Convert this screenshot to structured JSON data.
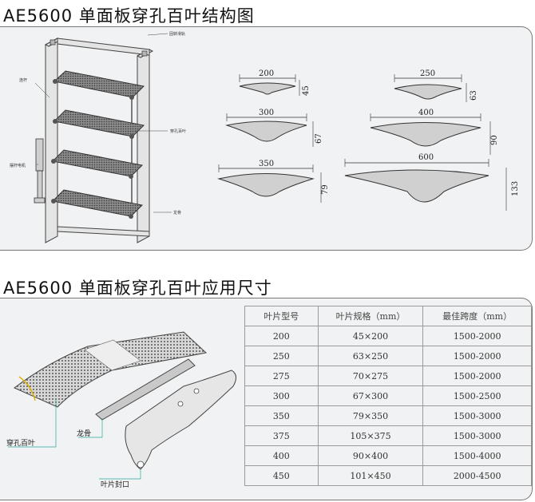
{
  "sections": [
    {
      "title": "AE5600 单面板穿孔百叶结构图"
    },
    {
      "title": "AE5600 单面板穿孔百叶应用尺寸"
    }
  ],
  "structure_labels": [
    "固转滑轨",
    "连杆",
    "穿孔百叶",
    "摆杆电机",
    "龙骨"
  ],
  "profiles": [
    {
      "width": "200",
      "height": "45"
    },
    {
      "width": "250",
      "height": "63"
    },
    {
      "width": "300",
      "height": "67"
    },
    {
      "width": "400",
      "height": "90"
    },
    {
      "width": "350",
      "height": "79"
    },
    {
      "width": "600",
      "height": "133"
    }
  ],
  "application_labels": [
    "穿孔百叶",
    "龙骨",
    "叶片封口"
  ],
  "table": {
    "headers": [
      "叶片型号",
      "叶片规格（mm）",
      "最佳跨度（mm）"
    ],
    "rows": [
      [
        "200",
        "45×200",
        "1500-2000"
      ],
      [
        "250",
        "63×250",
        "1500-2000"
      ],
      [
        "275",
        "70×275",
        "1500-2000"
      ],
      [
        "300",
        "67×300",
        "1500-2500"
      ],
      [
        "350",
        "79×350",
        "1500-3000"
      ],
      [
        "375",
        "105×375",
        "1500-3000"
      ],
      [
        "400",
        "90×400",
        "1500-4000"
      ],
      [
        "450",
        "101×450",
        "2000-4500"
      ]
    ]
  }
}
